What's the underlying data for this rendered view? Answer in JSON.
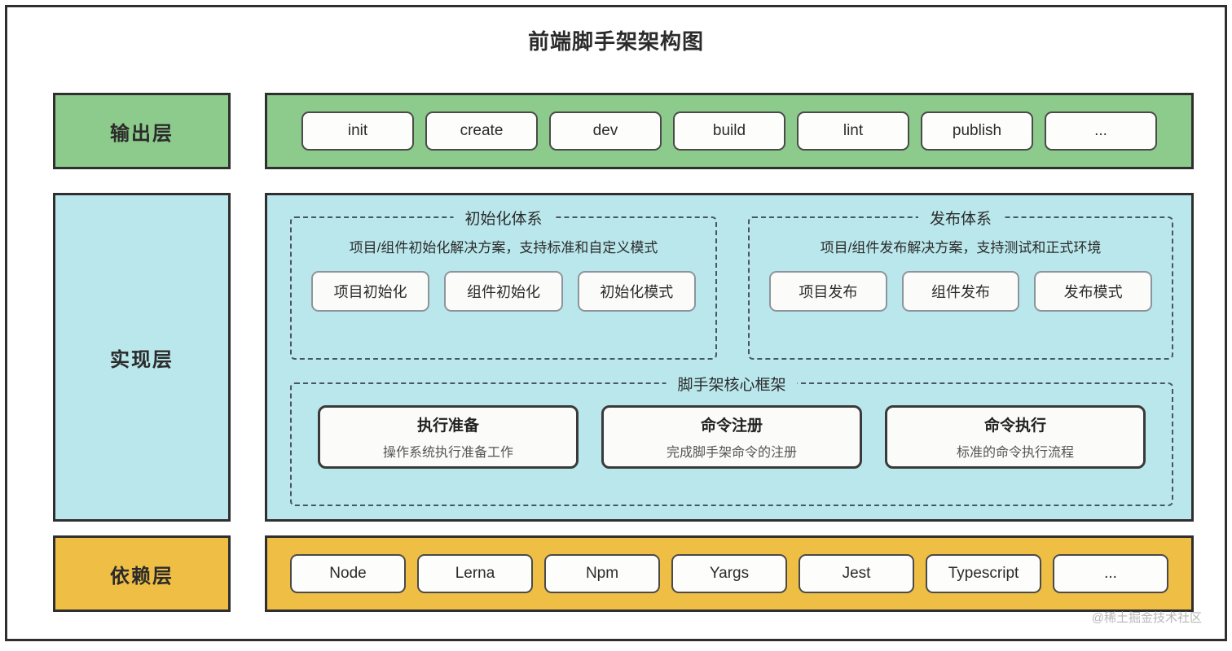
{
  "title": "前端脚手架架构图",
  "watermark": "@稀土掘金技术社区",
  "colors": {
    "output_layer": "#8ccb8b",
    "implementation_layer": "#b9e7ec",
    "dependency_layer": "#efbe45",
    "frame_border": "#2f2f2f",
    "dashed_border": "#4a5560"
  },
  "output_layer": {
    "label": "输出层",
    "items": [
      {
        "label": "init"
      },
      {
        "label": "create"
      },
      {
        "label": "dev"
      },
      {
        "label": "build"
      },
      {
        "label": "lint"
      },
      {
        "label": "publish"
      },
      {
        "label": "..."
      }
    ]
  },
  "implementation_layer": {
    "label": "实现层",
    "groups": [
      {
        "title": "初始化体系",
        "description": "项目/组件初始化解决方案，支持标准和自定义模式",
        "items": [
          {
            "label": "项目初始化"
          },
          {
            "label": "组件初始化"
          },
          {
            "label": "初始化模式"
          }
        ]
      },
      {
        "title": "发布体系",
        "description": "项目/组件发布解决方案，支持测试和正式环境",
        "items": [
          {
            "label": "项目发布"
          },
          {
            "label": "组件发布"
          },
          {
            "label": "发布模式"
          }
        ]
      }
    ],
    "core": {
      "title": "脚手架核心框架",
      "items": [
        {
          "title": "执行准备",
          "subtitle": "操作系统执行准备工作"
        },
        {
          "title": "命令注册",
          "subtitle": "完成脚手架命令的注册"
        },
        {
          "title": "命令执行",
          "subtitle": "标准的命令执行流程"
        }
      ]
    }
  },
  "dependency_layer": {
    "label": "依赖层",
    "items": [
      {
        "label": "Node"
      },
      {
        "label": "Lerna"
      },
      {
        "label": "Npm"
      },
      {
        "label": "Yargs"
      },
      {
        "label": "Jest"
      },
      {
        "label": "Typescript"
      },
      {
        "label": "..."
      }
    ]
  }
}
